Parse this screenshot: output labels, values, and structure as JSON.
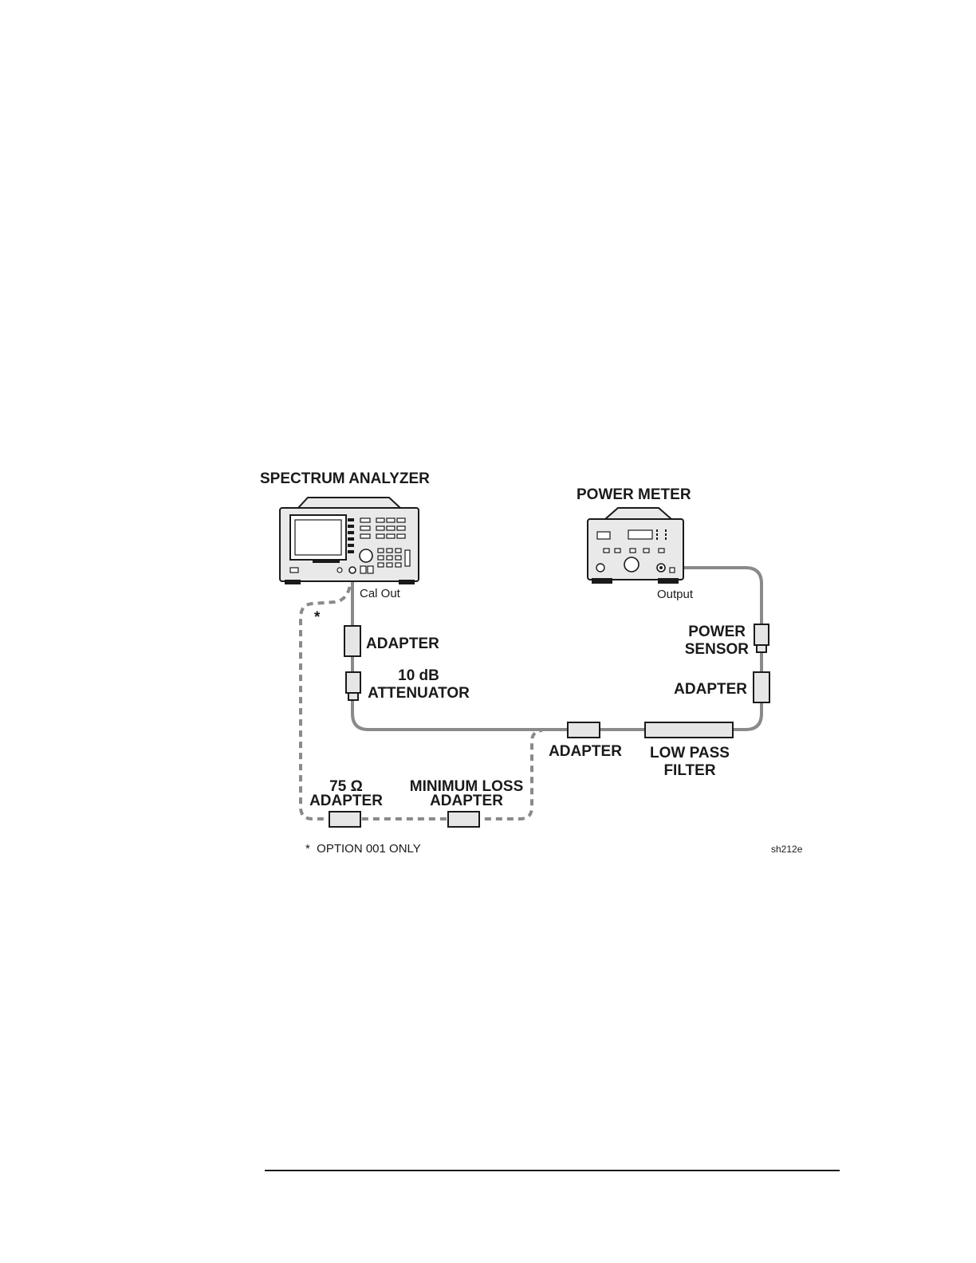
{
  "diagram": {
    "spectrum_analyzer_label": "SPECTRUM ANALYZER",
    "power_meter_label": "POWER METER",
    "cal_out_label": "Cal Out",
    "output_label": "Output",
    "asterisk": "*",
    "adapter_top_label": "ADAPTER",
    "attenuator_line1": "10 dB",
    "attenuator_line2": "ATTENUATOR",
    "power_sensor_line1": "POWER",
    "power_sensor_line2": "SENSOR",
    "adapter_right_label": "ADAPTER",
    "adapter_mid_label": "ADAPTER",
    "low_pass_line1": "LOW PASS",
    "low_pass_line2": "FILTER",
    "adapter_75_line1": "75 Ω",
    "adapter_75_line2": "ADAPTER",
    "min_loss_line1": "MINIMUM LOSS",
    "min_loss_line2": "ADAPTER",
    "footnote": "*  OPTION 001 ONLY",
    "figure_id": "sh212e"
  }
}
